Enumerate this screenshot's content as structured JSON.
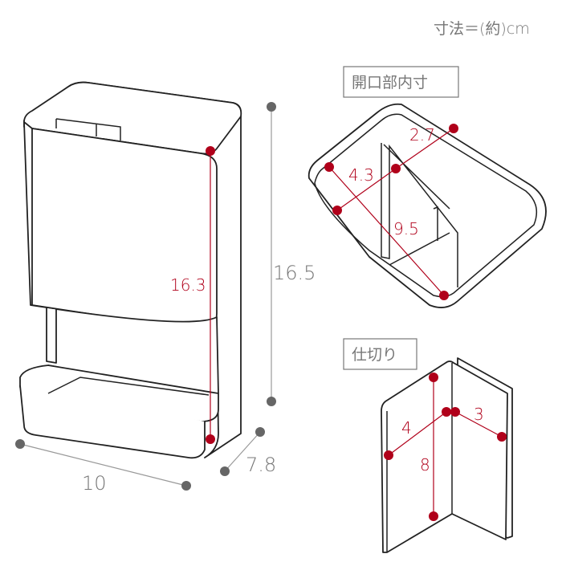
{
  "unit_note": "寸法＝(約)cm",
  "main": {
    "height_inner": "16.3",
    "height_outer": "16.5",
    "width": "10",
    "depth": "7.8"
  },
  "opening": {
    "title": "開口部内寸",
    "d1": "2.7",
    "d2": "4.3",
    "d3": "9.5"
  },
  "partition": {
    "title": "仕切り",
    "w_left": "4",
    "w_right": "3",
    "height": "8"
  },
  "colors": {
    "accent": "#b0001a",
    "dimension": "#777777"
  }
}
